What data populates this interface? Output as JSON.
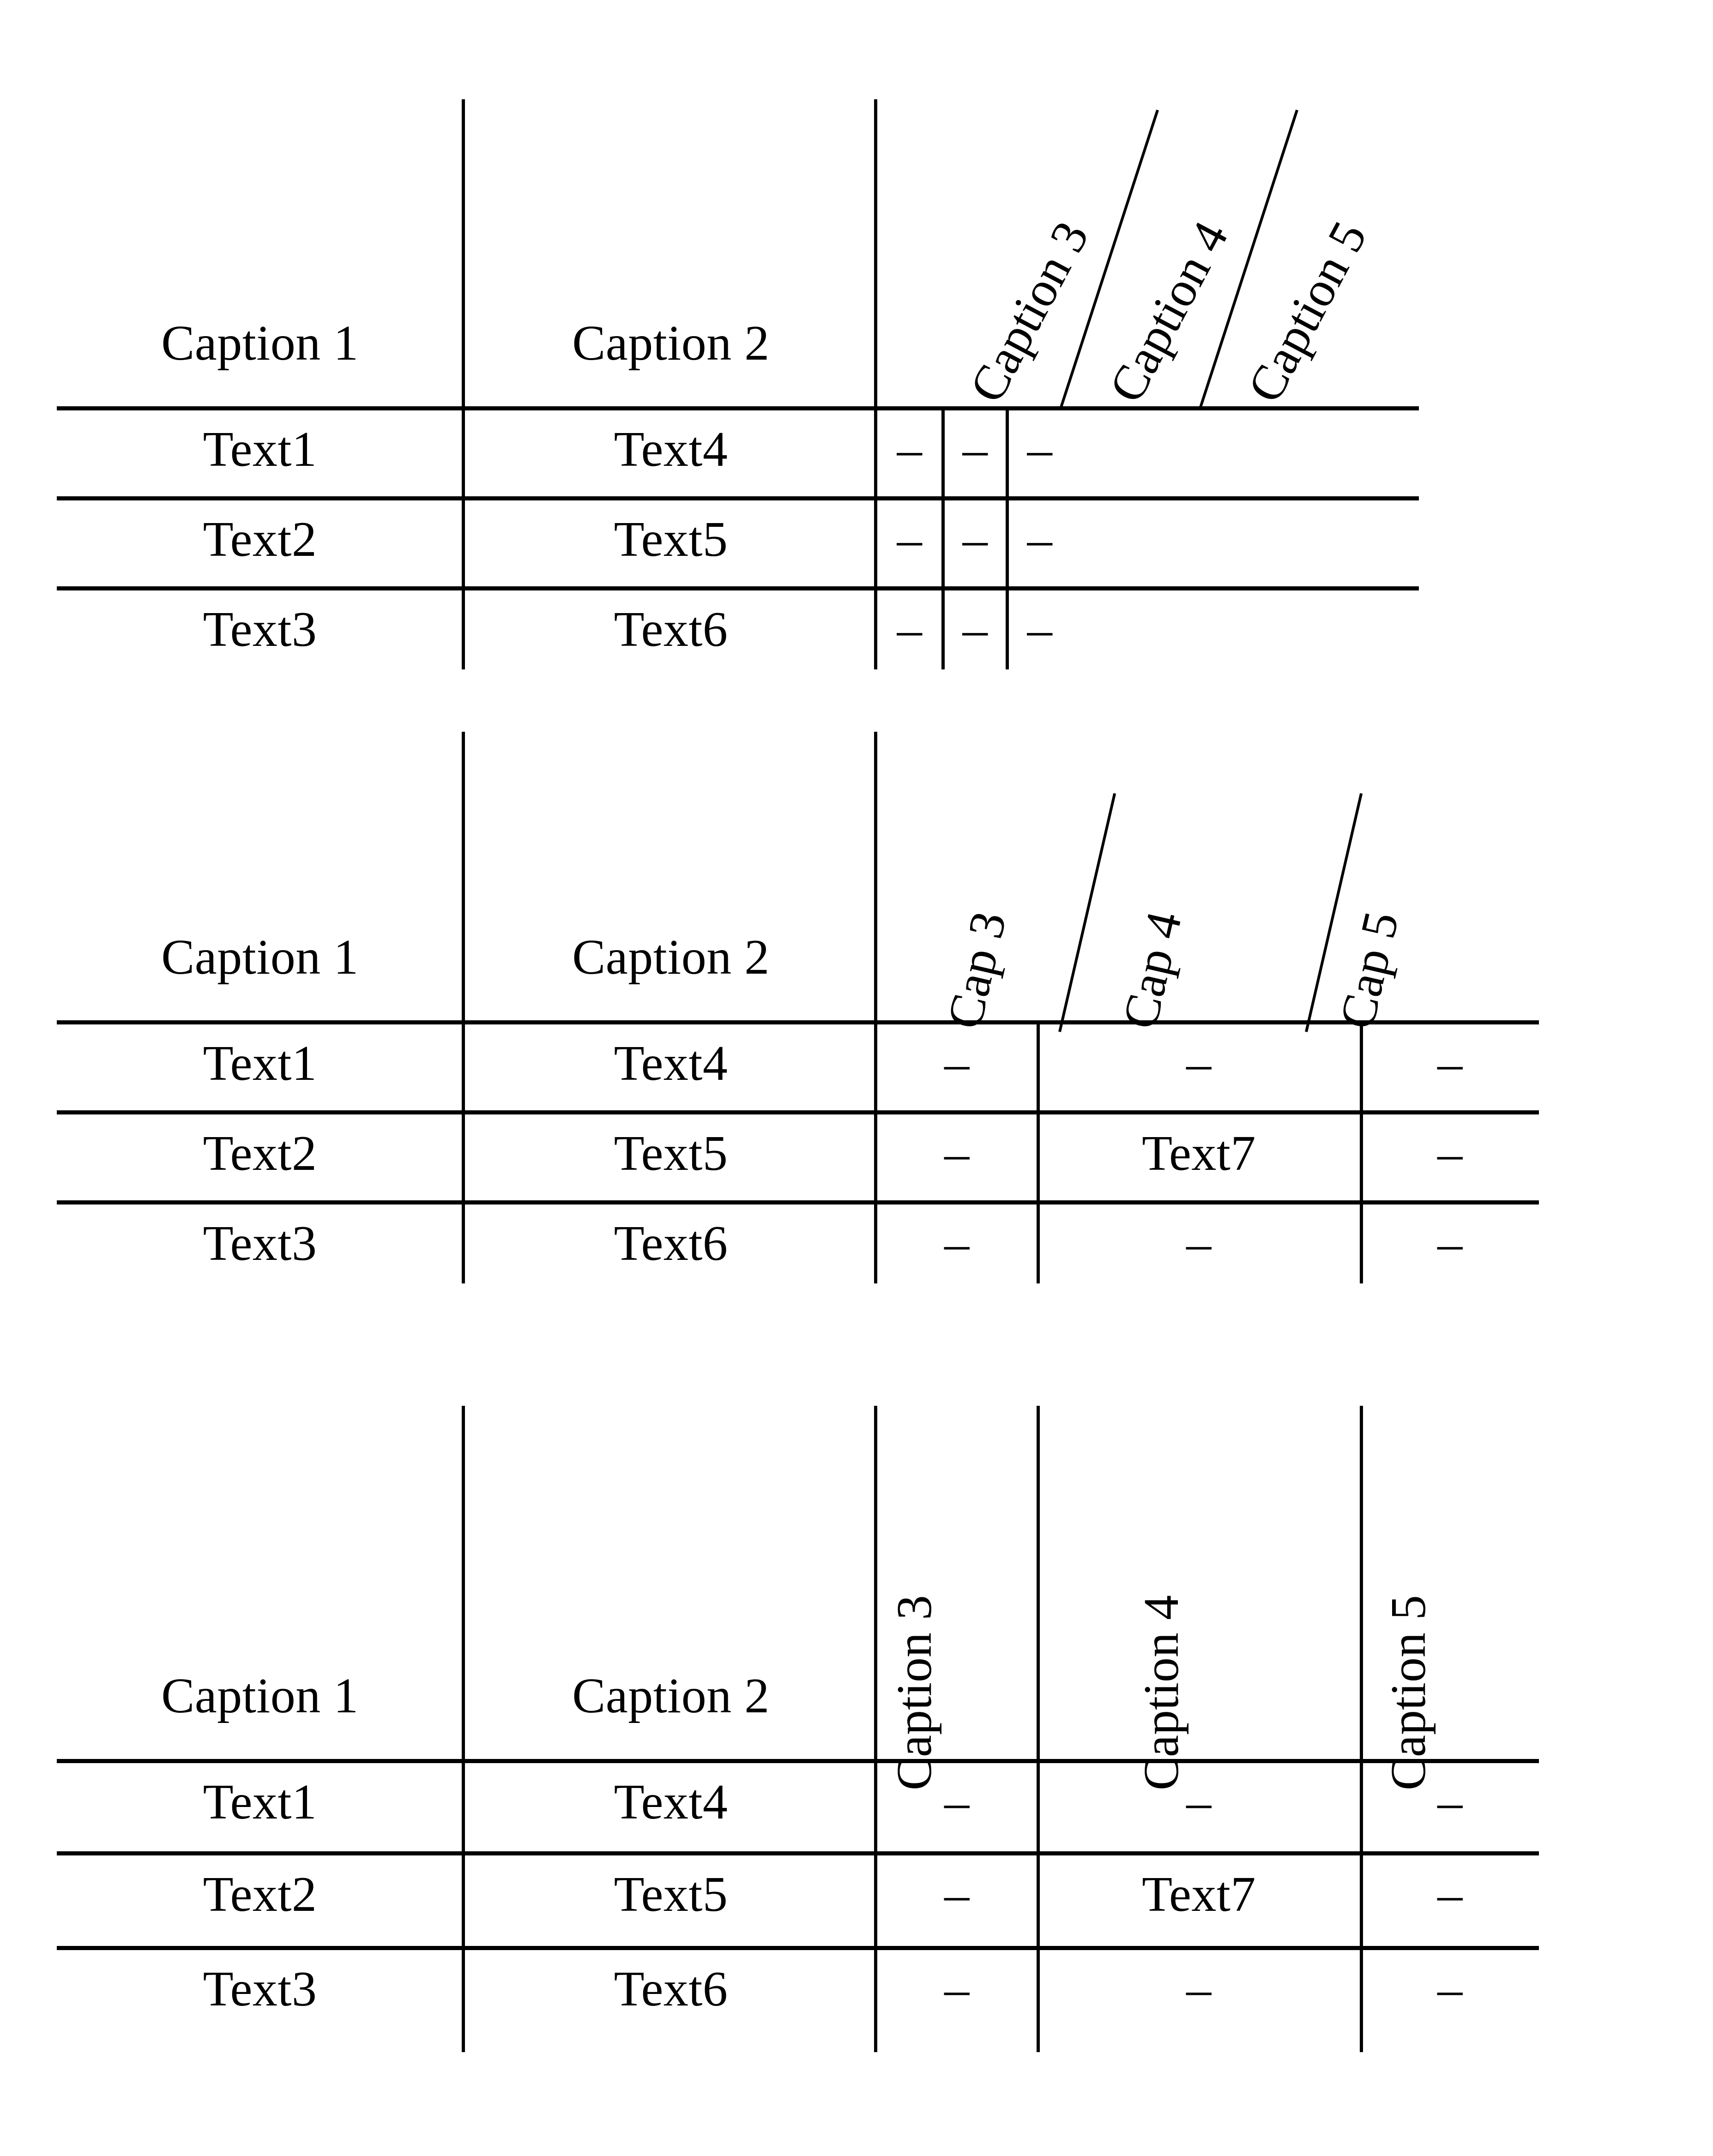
{
  "document": {
    "type": "latex-table-examples",
    "background_color": "#ffffff",
    "text_color": "#000000",
    "table_count": 3
  },
  "tables": [
    {
      "id": "table-1",
      "header_style": "rotated-60-degrees-with-diagonal-rules",
      "headers": [
        {
          "label": "Caption 1",
          "orientation": "horizontal"
        },
        {
          "label": "Caption 2",
          "orientation": "horizontal"
        },
        {
          "label": "Caption 3",
          "orientation": "rotated"
        },
        {
          "label": "Caption 4",
          "orientation": "rotated"
        },
        {
          "label": "Caption 5",
          "orientation": "rotated"
        }
      ],
      "rows": [
        [
          "Text1",
          "Text4",
          "–",
          "–",
          "–"
        ],
        [
          "Text2",
          "Text5",
          "–",
          "–",
          "–"
        ],
        [
          "Text3",
          "Text6",
          "–",
          "–",
          "–"
        ]
      ]
    },
    {
      "id": "table-2",
      "header_style": "rotated-75-degrees-with-diagonal-rules",
      "headers": [
        {
          "label": "Caption 1",
          "orientation": "horizontal"
        },
        {
          "label": "Caption 2",
          "orientation": "horizontal"
        },
        {
          "label": "Cap 3",
          "orientation": "rotated"
        },
        {
          "label": "Cap 4",
          "orientation": "rotated"
        },
        {
          "label": "Cap 5",
          "orientation": "rotated"
        }
      ],
      "rows": [
        [
          "Text1",
          "Text4",
          "–",
          "–",
          "–"
        ],
        [
          "Text2",
          "Text5",
          "–",
          "Text7",
          "–"
        ],
        [
          "Text3",
          "Text6",
          "–",
          "–",
          "–"
        ]
      ]
    },
    {
      "id": "table-3",
      "header_style": "rotated-90-degrees-with-vertical-rules",
      "headers": [
        {
          "label": "Caption 1",
          "orientation": "horizontal"
        },
        {
          "label": "Caption 2",
          "orientation": "horizontal"
        },
        {
          "label": "Caption 3",
          "orientation": "vertical"
        },
        {
          "label": "Caption 4",
          "orientation": "vertical"
        },
        {
          "label": "Caption 5",
          "orientation": "vertical"
        }
      ],
      "rows": [
        [
          "Text1",
          "Text4",
          "–",
          "–",
          "–"
        ],
        [
          "Text2",
          "Text5",
          "–",
          "Text7",
          "–"
        ],
        [
          "Text3",
          "Text6",
          "–",
          "–",
          "–"
        ]
      ]
    }
  ]
}
